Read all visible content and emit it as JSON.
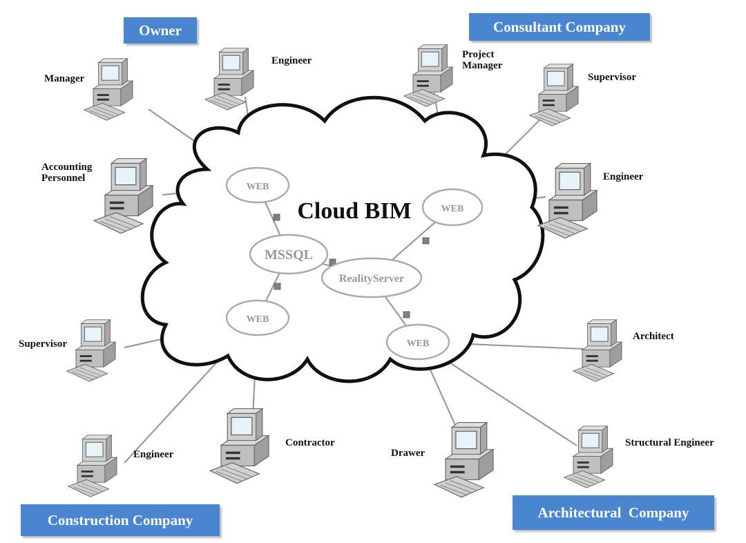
{
  "cloud": {
    "title": "Cloud BIM"
  },
  "servers": {
    "mssql": "MSSQL",
    "reality": "RealityServer",
    "web": "WEB"
  },
  "companies": {
    "owner": "Owner",
    "consultant": "Consultant Company",
    "construction": "Construction Company",
    "architectural": "Architectural  Company"
  },
  "people": {
    "owner_manager": "Manager",
    "owner_engineer": "Engineer",
    "owner_accounting": "Accounting\nPersonnel",
    "consultant_pm": "Project\nManager",
    "consultant_supervisor": "Supervisor",
    "consultant_engineer": "Engineer",
    "construction_supervisor": "Supervisor",
    "construction_engineer": "Engineer",
    "construction_contractor": "Contractor",
    "arch_drawer": "Drawer",
    "arch_architect": "Architect",
    "arch_structural": "Structural Engineer"
  },
  "colors": {
    "company_box": "#4a86cf",
    "cloud_stroke": "#111111",
    "node_stroke": "#aaaaaa",
    "link": "#9a9a9a",
    "connector": "#808080"
  }
}
